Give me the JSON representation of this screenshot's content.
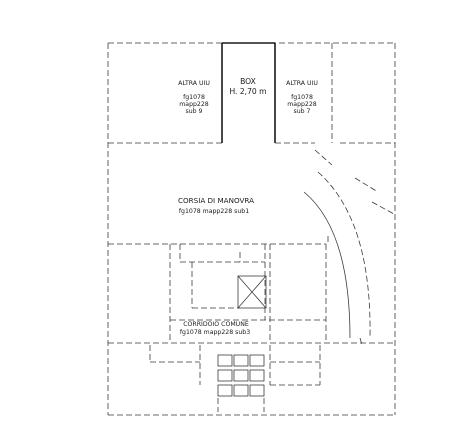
{
  "labels": {
    "altra_uiu_left": {
      "title": "ALTRA UIU",
      "line1": "fg1078",
      "line2": "mapp228",
      "line3": "sub 9"
    },
    "box": {
      "title": "BOX",
      "height": "H. 2,70 m"
    },
    "altra_uiu_right": {
      "title": "ALTRA UIU",
      "line1": "fg1078",
      "line2": "mapp228",
      "line3": "sub 7"
    },
    "corsia": {
      "title": "CORSIA DI MANOVRA",
      "ref": "fg1078 mapp228 sub1"
    },
    "corridoio": {
      "title": "CORRIDOIO COMUNE",
      "ref": "fg1078 mapp228 sub3"
    }
  },
  "colors": {
    "line": "#3a3a3a",
    "box_wall": "#1a1a1a",
    "background": "#ffffff"
  }
}
